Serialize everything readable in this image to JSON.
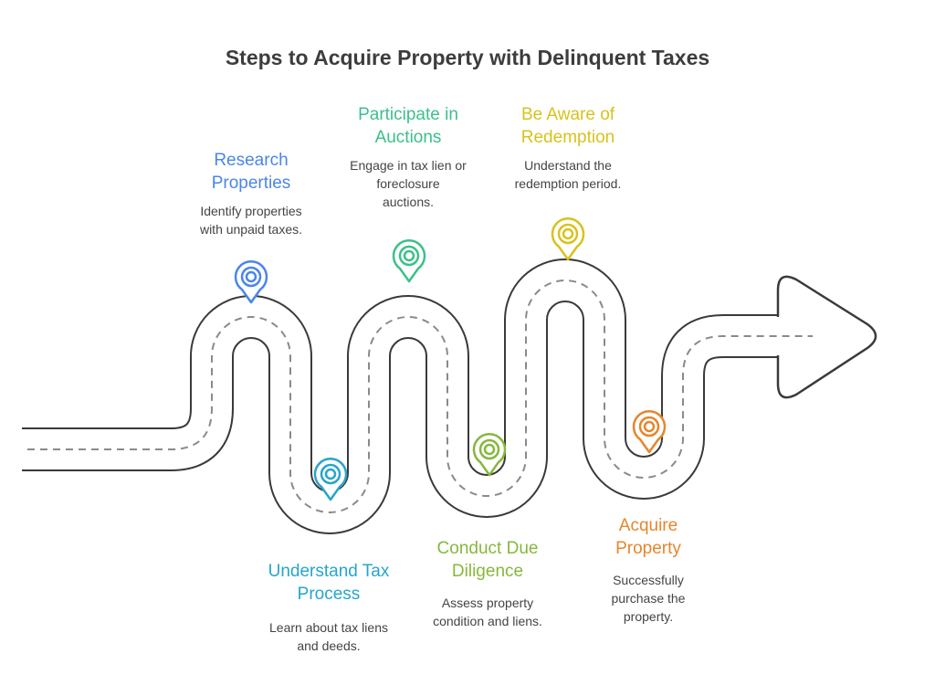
{
  "title": "Steps to Acquire Property with Delinquent Taxes",
  "colors": {
    "road_outline": "#3a3a3a",
    "road_dash": "#8a8a8a",
    "text_body": "#444444"
  },
  "steps": [
    {
      "title": "Research\nProperties",
      "description": "Identify properties\nwith unpaid taxes.",
      "color": "#4a86e8",
      "icon": "location-pin-icon"
    },
    {
      "title": "Understand Tax\nProcess",
      "description": "Learn about tax liens\nand deeds.",
      "color": "#27a5cc",
      "icon": "location-pin-icon"
    },
    {
      "title": "Participate in\nAuctions",
      "description": "Engage in tax lien or\nforeclosure\nauctions.",
      "color": "#3cc08a",
      "icon": "location-pin-icon"
    },
    {
      "title": "Conduct Due\nDiligence",
      "description": "Assess property\ncondition and liens.",
      "color": "#86b83c",
      "icon": "location-pin-icon"
    },
    {
      "title": "Be Aware of\nRedemption",
      "description": "Understand the\nredemption period.",
      "color": "#d8c21d",
      "icon": "location-pin-icon"
    },
    {
      "title": "Acquire\nProperty",
      "description": "Successfully\npurchase the\nproperty.",
      "color": "#e6862d",
      "icon": "location-pin-icon"
    }
  ]
}
